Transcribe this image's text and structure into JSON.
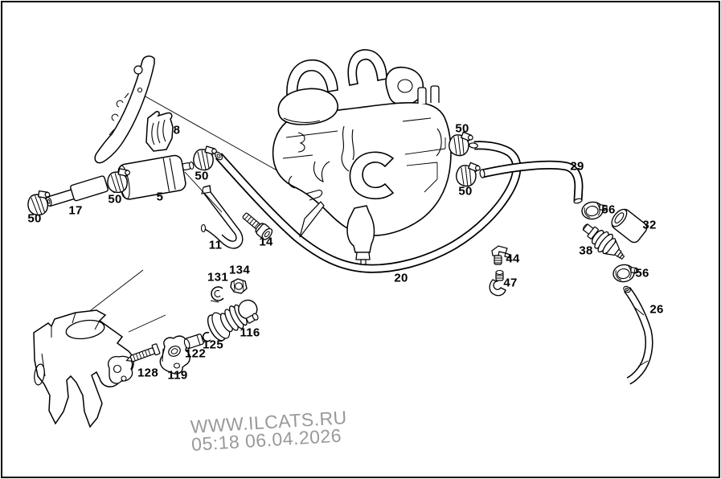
{
  "diagram": {
    "background": "#ffffff",
    "ink_color": "#000000",
    "watermark": {
      "line1": "WWW.ILCATS.RU",
      "line2": "05:18 06.04.2026",
      "color": "#9a9a9a"
    },
    "parts": [
      {
        "label": "8"
      },
      {
        "label": "50"
      },
      {
        "label": "17"
      },
      {
        "label": "50"
      },
      {
        "label": "5"
      },
      {
        "label": "50"
      },
      {
        "label": "11"
      },
      {
        "label": "14"
      },
      {
        "label": "50"
      },
      {
        "label": "50"
      },
      {
        "label": "29"
      },
      {
        "label": "20"
      },
      {
        "label": "56"
      },
      {
        "label": "32"
      },
      {
        "label": "38"
      },
      {
        "label": "56"
      },
      {
        "label": "26"
      },
      {
        "label": "44"
      },
      {
        "label": "47"
      },
      {
        "label": "131"
      },
      {
        "label": "134"
      },
      {
        "label": "116"
      },
      {
        "label": "125"
      },
      {
        "label": "122"
      },
      {
        "label": "128"
      },
      {
        "label": "119"
      }
    ]
  }
}
